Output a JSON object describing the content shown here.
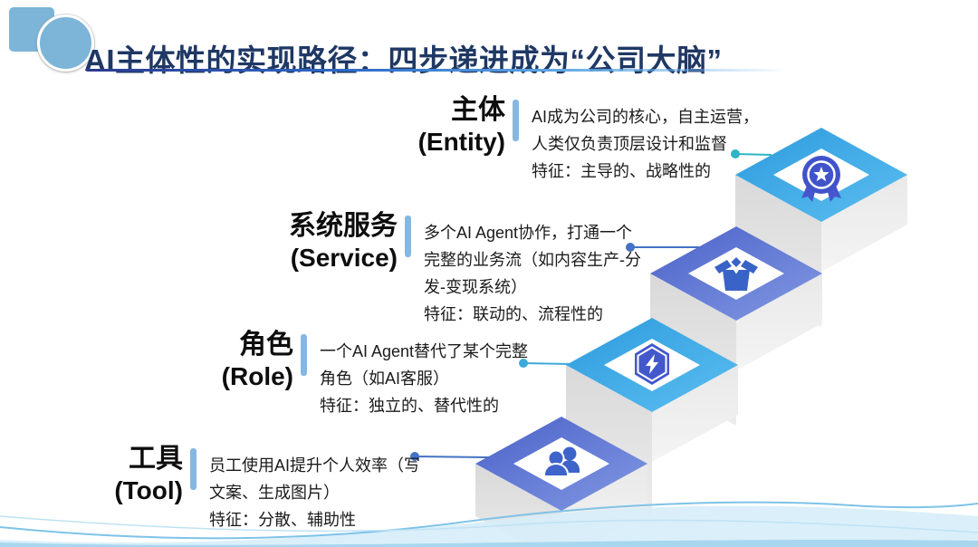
{
  "slide": {
    "title": "AI主体性的实现路径：四步递进成为“公司大脑”"
  },
  "levels": [
    {
      "id": "entity",
      "zh": "主体",
      "en": "(Entity)",
      "desc_lines": [
        "AI成为公司的核心，自主运营，",
        "人类仅负责顶层设计和监督",
        "特征：主导的、战略性的"
      ],
      "icon": "medal-icon",
      "platform_color": "sky-blue",
      "connector_color": "#2eb4c5"
    },
    {
      "id": "service",
      "zh": "系统服务",
      "en": "(Service)",
      "desc_lines": [
        "多个AI Agent协作，打通一个",
        "完整的业务流（如内容生产-分",
        "发-变现系统）",
        "特征：联动的、流程性的"
      ],
      "icon": "open-box-icon",
      "platform_color": "indigo",
      "connector_color": "#4472c4"
    },
    {
      "id": "role",
      "zh": "角色",
      "en": "(Role)",
      "desc_lines": [
        "一个AI Agent替代了某个完整",
        "角色（如AI客服）",
        "特征：独立的、替代性的"
      ],
      "icon": "shield-lightning-icon",
      "platform_color": "sky-blue",
      "connector_color": "#3ea8db"
    },
    {
      "id": "tool",
      "zh": "工具",
      "en": "(Tool)",
      "desc_lines": [
        "员工使用AI提升个人效率（写",
        "文案、生成图片）",
        "特征：分散、辅助性"
      ],
      "icon": "users-icon",
      "platform_color": "indigo",
      "connector_color": "#4472c4"
    }
  ],
  "colors": {
    "title_navy": "#1f3864",
    "accent_sky_blue": "#2e9bde",
    "accent_indigo": "#4c62c9",
    "icon_indigo": "#3e5bc9",
    "label_bar_blue": "#85b7e3",
    "wall_gray": "#dddddd",
    "deco_light_blue": "#7cb5d8",
    "wave_blue": "#7ec3e8"
  }
}
